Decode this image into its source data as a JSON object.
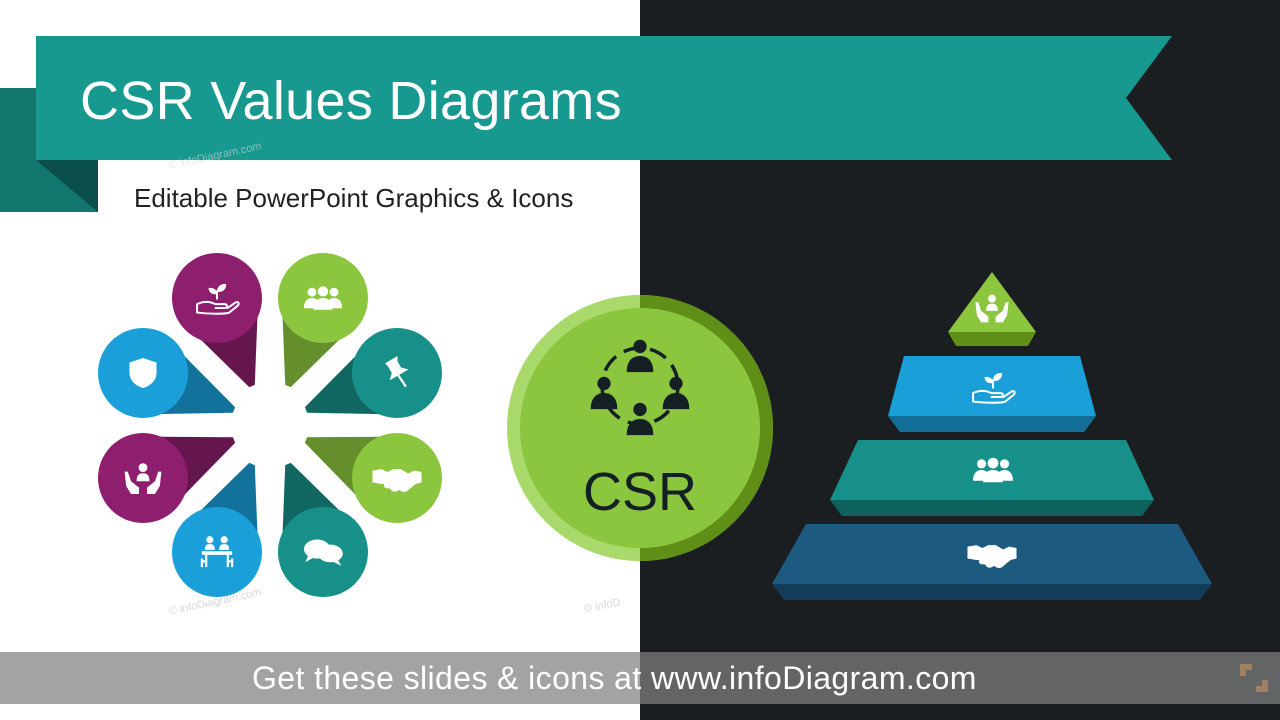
{
  "header": {
    "title": "CSR Values Diagrams",
    "subtitle": "Editable PowerPoint Graphics & Icons"
  },
  "center": {
    "label": "CSR",
    "icon": "people-network-icon"
  },
  "petals": [
    {
      "icon": "plant-hand-icon",
      "color": "#8e1e6e"
    },
    {
      "icon": "people-group-icon",
      "color": "#8cc63f"
    },
    {
      "icon": "pushpin-icon",
      "color": "#17908a"
    },
    {
      "icon": "handshake-icon",
      "color": "#8cc63f"
    },
    {
      "icon": "speech-bubbles-icon",
      "color": "#17908a"
    },
    {
      "icon": "meeting-table-icon",
      "color": "#1b9fd8"
    },
    {
      "icon": "person-care-icon",
      "color": "#8e1e6e"
    },
    {
      "icon": "shield-icon",
      "color": "#1b9fd8"
    }
  ],
  "pyramid": [
    {
      "icon": "person-care-icon",
      "color": "#8cc63f"
    },
    {
      "icon": "plant-hand-icon",
      "color": "#1b9fd8"
    },
    {
      "icon": "people-group-icon",
      "color": "#17908a"
    },
    {
      "icon": "handshake-icon",
      "color": "#1d5a80"
    }
  ],
  "watermarks": [
    "© infoDiagram.com",
    "© infoDiagram.com",
    "© infoD"
  ],
  "footer": {
    "text": "Get these slides & icons at www.infoDiagram.com",
    "logo_icon": "infodiagram-logo-icon"
  },
  "colors": {
    "teal": "#17998f",
    "lime": "#8cc63f",
    "purple": "#8e1e6e",
    "blue": "#1b9fd8",
    "navy": "#1d5a80",
    "dark_bg": "#1b1e21",
    "logo_orange": "#f08a1c"
  }
}
